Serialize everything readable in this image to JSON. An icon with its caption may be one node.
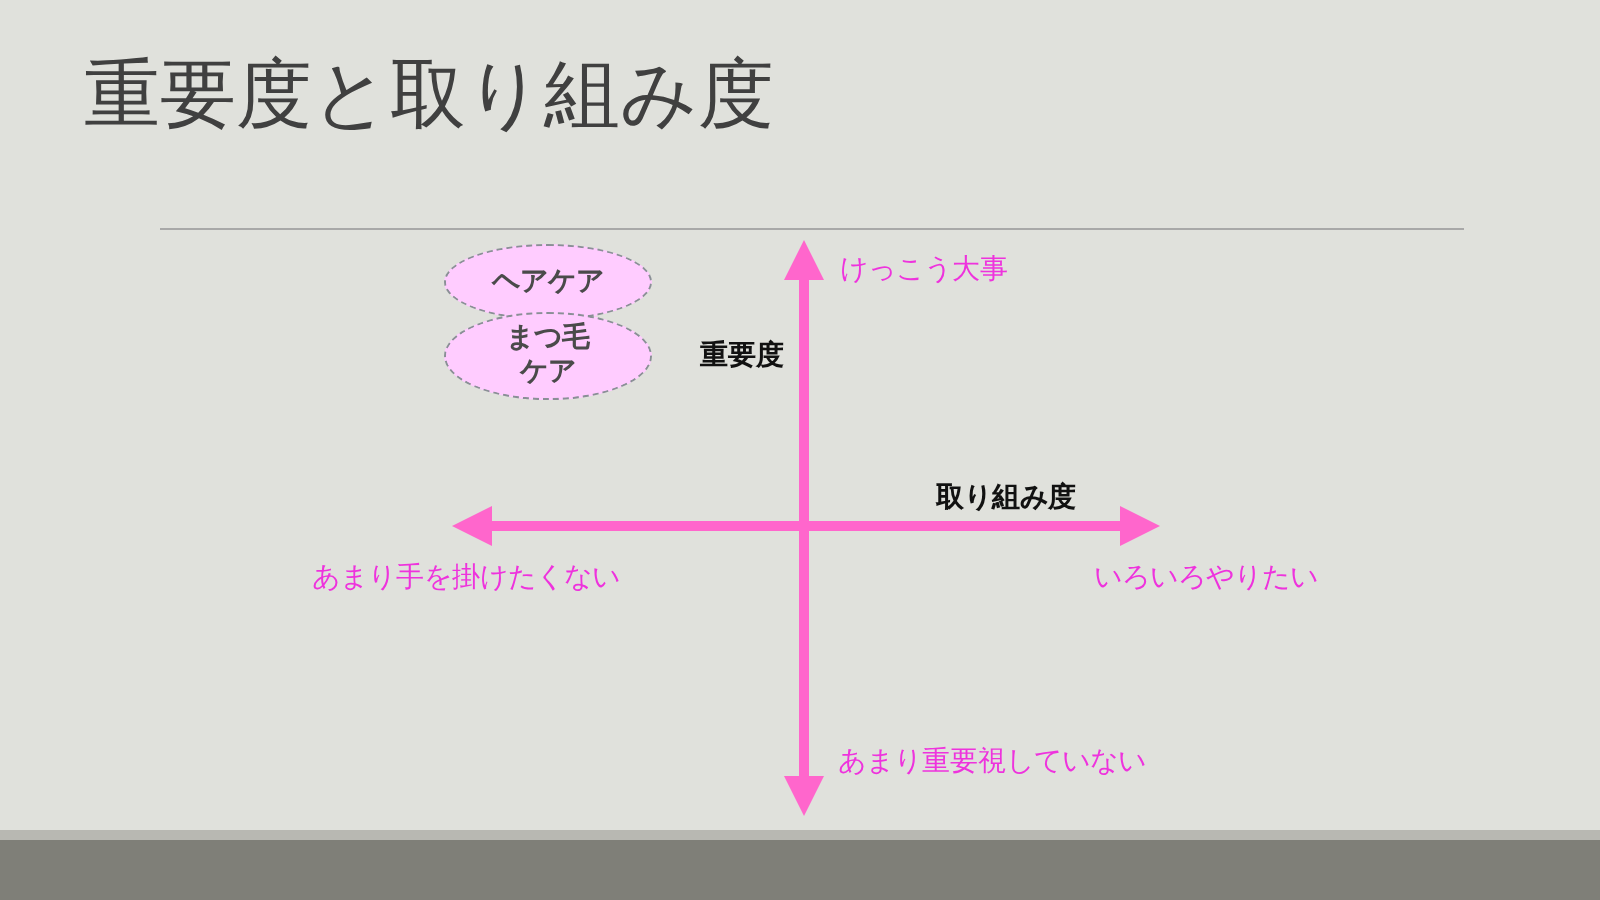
{
  "diagram": {
    "title": "重要度と取り組み度",
    "nodes": [
      {
        "text": [
          "ヘアケア"
        ]
      },
      {
        "text": [
          "まつ毛ケア"
        ]
      }
    ],
    "labels": [
      "けっこう大事",
      "重要度",
      "取り組み度",
      "あまり手を掛けたくない",
      "いろいろやりたい",
      "あまり重要視していない"
    ]
  }
}
